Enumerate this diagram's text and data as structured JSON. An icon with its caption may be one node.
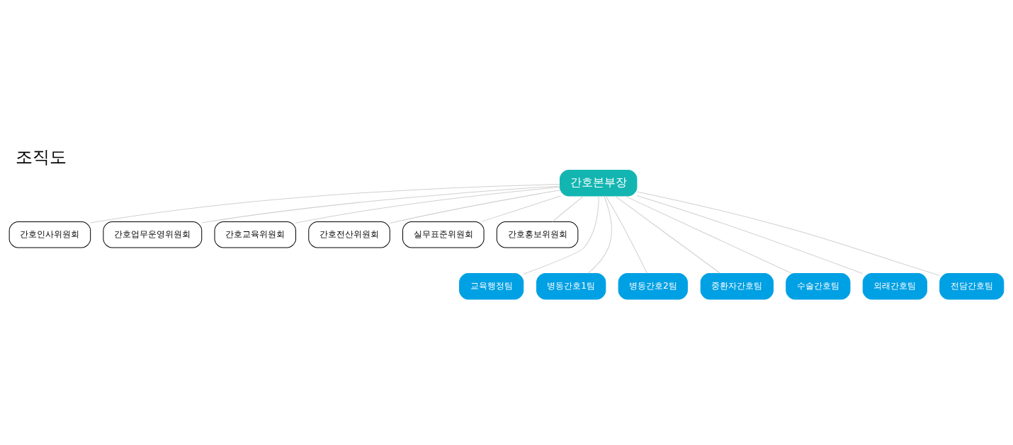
{
  "diagram": {
    "title": "조직도",
    "nodes": [
      {
        "text": [
          "간호본부장"
        ]
      },
      {
        "text": [
          "간호인사위원회"
        ]
      },
      {
        "text": [
          "간호업무운영위원회"
        ]
      },
      {
        "text": [
          "간호교육위원회"
        ]
      },
      {
        "text": [
          "간호전산위원회"
        ]
      },
      {
        "text": [
          "실무표준위원회"
        ]
      },
      {
        "text": [
          "간호홍보위원회"
        ]
      },
      {
        "text": [
          "교육행정팀"
        ]
      },
      {
        "text": [
          "병동간호1팀"
        ]
      },
      {
        "text": [
          "병동간호2팀"
        ]
      },
      {
        "text": [
          "중환자간호팀"
        ]
      },
      {
        "text": [
          "수술간호팀"
        ]
      },
      {
        "text": [
          "외래간호팀"
        ]
      },
      {
        "text": [
          "전담간호팀"
        ]
      }
    ],
    "edges": [
      {
        "from": 0,
        "to": 1,
        "arrow": "none"
      },
      {
        "from": 0,
        "to": 2,
        "arrow": "none"
      },
      {
        "from": 0,
        "to": 3,
        "arrow": "none"
      },
      {
        "from": 0,
        "to": 4,
        "arrow": "none"
      },
      {
        "from": 0,
        "to": 5,
        "arrow": "none"
      },
      {
        "from": 0,
        "to": 6,
        "arrow": "none"
      },
      {
        "from": 0,
        "to": 7,
        "arrow": "none"
      },
      {
        "from": 0,
        "to": 8,
        "arrow": "none"
      },
      {
        "from": 0,
        "to": 9,
        "arrow": "none"
      },
      {
        "from": 0,
        "to": 10,
        "arrow": "none"
      },
      {
        "from": 0,
        "to": 11,
        "arrow": "none"
      },
      {
        "from": 0,
        "to": 12,
        "arrow": "none"
      },
      {
        "from": 0,
        "to": 13,
        "arrow": "none"
      }
    ]
  }
}
